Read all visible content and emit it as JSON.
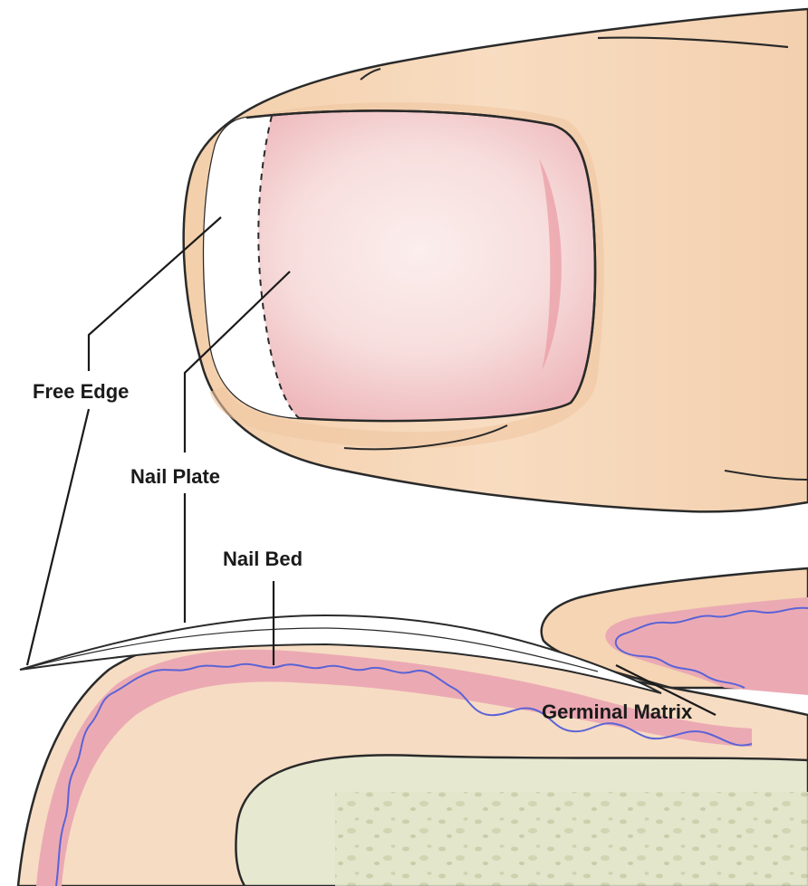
{
  "labels": {
    "free_edge": "Free Edge",
    "nail_plate": "Nail Plate",
    "nail_bed": "Nail Bed",
    "germinal_matrix": "Germinal Matrix"
  },
  "colors": {
    "skin": "#f5d6b6",
    "skin_shadow": "#e9c09a",
    "nail_pink": "#f2c7c8",
    "nail_light": "#f9e4e2",
    "bed_pink": "#e79aa4",
    "matrix_line": "#5b63d6",
    "bone": "#dfe2c5",
    "bone_marrow": "#c9ceaa",
    "outline": "#2a2a2a"
  }
}
